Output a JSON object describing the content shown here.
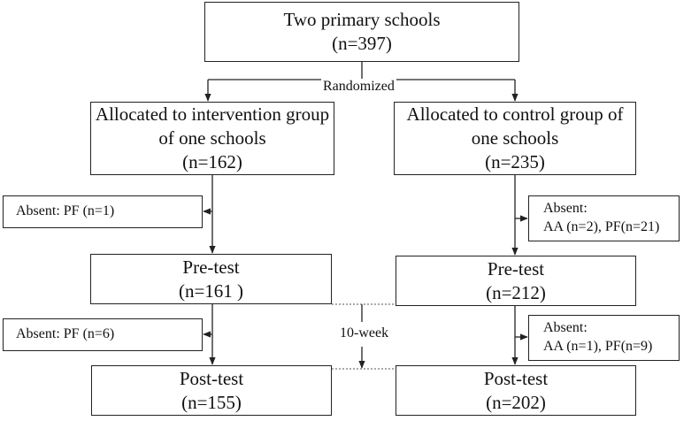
{
  "top": {
    "line1": "Two primary schools",
    "line2": "(n=397)"
  },
  "randomized_label": "Randomized",
  "intervention": {
    "line1": "Allocated to intervention group",
    "line2": "of one schools",
    "line3": "(n=162)",
    "absent_pre": "Absent: PF (n=1)",
    "pretest_title": "Pre-test",
    "pretest_n": "(n=161 )",
    "absent_post": "Absent: PF (n=6)",
    "posttest_title": "Post-test",
    "posttest_n": "(n=155)"
  },
  "control": {
    "line1": "Allocated to control group of",
    "line2": "one schools",
    "line3": "(n=235)",
    "absent_pre_title": "Absent:",
    "absent_pre_detail": "AA (n=2), PF(n=21)",
    "pretest_title": "Pre-test",
    "pretest_n": "(n=212)",
    "absent_post_title": "Absent:",
    "absent_post_detail": "AA (n=1), PF(n=9)",
    "posttest_title": "Post-test",
    "posttest_n": "(n=202)"
  },
  "duration_label": "10-week"
}
